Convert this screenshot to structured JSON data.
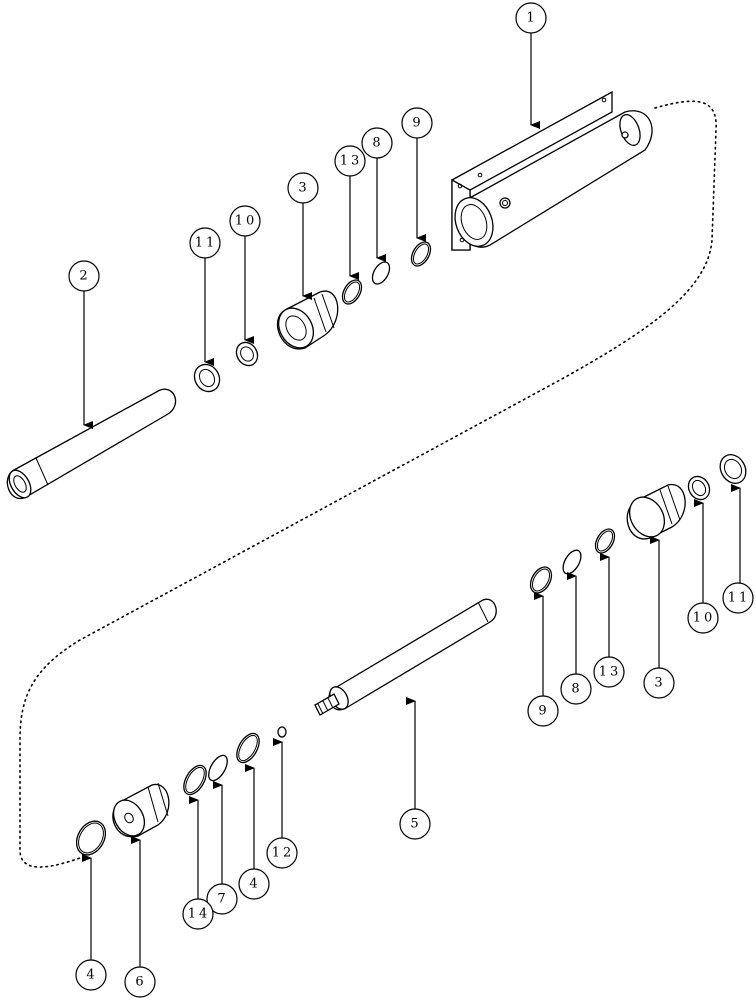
{
  "callouts": {
    "c1": "1",
    "c2": "2",
    "c3a": "3",
    "c9a": "9",
    "c8a": "8",
    "c13a": "13",
    "c10a": "10",
    "c11a": "11",
    "c11b": "11",
    "c10b": "10",
    "c3b": "3",
    "c13b": "13",
    "c8b": "8",
    "c9b": "9",
    "c5": "5",
    "c12": "12",
    "c4a": "4",
    "c7": "7",
    "c14": "14",
    "c4b": "4",
    "c6": "6"
  }
}
